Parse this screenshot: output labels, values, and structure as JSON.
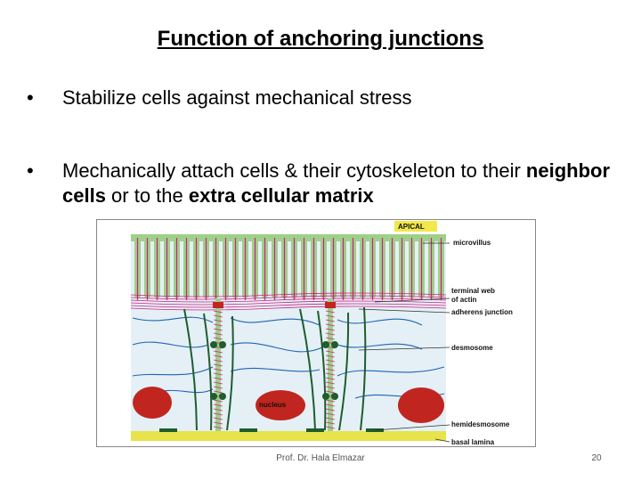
{
  "slide": {
    "title": "Function of anchoring junctions",
    "bullets": [
      {
        "text": "Stabilize cells against mechanical stress"
      },
      {
        "parts": [
          "Mechanically attach cells & their cytoskeleton to their ",
          "neighbor cells",
          "  or to the ",
          "extra cellular matrix"
        ]
      }
    ],
    "bullet_symbol": "•",
    "footer": "Prof. Dr. Hala Elmazar",
    "page_number": "20"
  },
  "figure": {
    "labels": {
      "apical": "APICAL",
      "microvillus": "microvillus",
      "terminal_web_line1": "terminal web",
      "terminal_web_line2": "of actin",
      "adherens": "adherens junction",
      "desmosome": "desmosome",
      "nucleus": "nucleus",
      "hemidesmosome": "hemidesmosome",
      "basal_lamina": "basal lamina"
    },
    "colors": {
      "cytoplasm": "#e4f0f6",
      "membrane": "#9fd08a",
      "actin": "#d21f82",
      "intermediate_filament": "#1f63b5",
      "keratin": "#1f5c2e",
      "nucleus": "#c0261f",
      "basal_lamina": "#e7e34a",
      "apical_tag": "#f2e84a"
    }
  }
}
